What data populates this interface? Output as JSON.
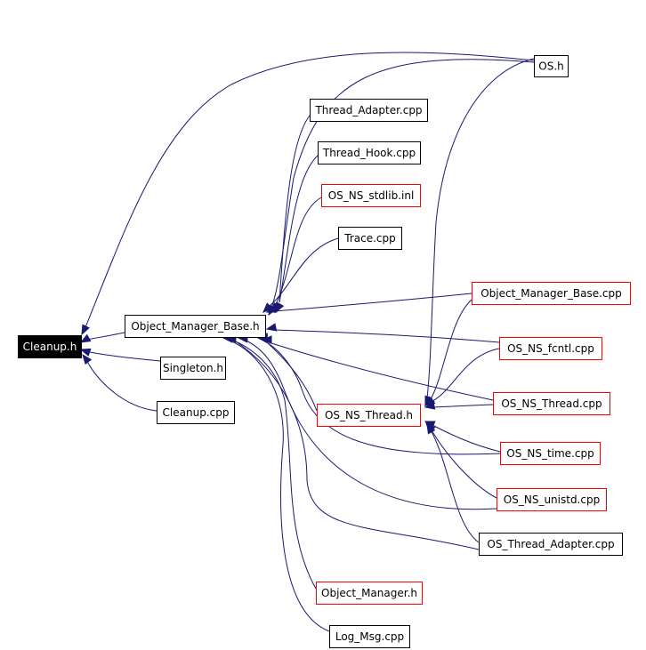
{
  "diagram": {
    "nodes": [
      {
        "id": "cleanup_h",
        "label": "Cleanup.h",
        "style": "root"
      },
      {
        "id": "object_manager_base_h",
        "label": "Object_Manager_Base.h",
        "style": "normal"
      },
      {
        "id": "singleton_h",
        "label": "Singleton.h",
        "style": "normal"
      },
      {
        "id": "cleanup_cpp",
        "label": "Cleanup.cpp",
        "style": "normal"
      },
      {
        "id": "os_h",
        "label": "OS.h",
        "style": "normal"
      },
      {
        "id": "thread_adapter_cpp",
        "label": "Thread_Adapter.cpp",
        "style": "normal"
      },
      {
        "id": "thread_hook_cpp",
        "label": "Thread_Hook.cpp",
        "style": "normal"
      },
      {
        "id": "os_ns_stdlib_inl",
        "label": "OS_NS_stdlib.inl",
        "style": "red"
      },
      {
        "id": "trace_cpp",
        "label": "Trace.cpp",
        "style": "normal"
      },
      {
        "id": "object_manager_base_cpp",
        "label": "Object_Manager_Base.cpp",
        "style": "red"
      },
      {
        "id": "os_ns_fcntl_cpp",
        "label": "OS_NS_fcntl.cpp",
        "style": "red"
      },
      {
        "id": "os_ns_thread_h",
        "label": "OS_NS_Thread.h",
        "style": "red"
      },
      {
        "id": "os_ns_thread_cpp",
        "label": "OS_NS_Thread.cpp",
        "style": "red"
      },
      {
        "id": "os_ns_time_cpp",
        "label": "OS_NS_time.cpp",
        "style": "red"
      },
      {
        "id": "os_ns_unistd_cpp",
        "label": "OS_NS_unistd.cpp",
        "style": "red"
      },
      {
        "id": "os_thread_adapter_cpp",
        "label": "OS_Thread_Adapter.cpp",
        "style": "normal"
      },
      {
        "id": "object_manager_h",
        "label": "Object_Manager.h",
        "style": "red"
      },
      {
        "id": "log_msg_cpp",
        "label": "Log_Msg.cpp",
        "style": "normal"
      }
    ],
    "edges": [
      {
        "from": "object_manager_base_h",
        "to": "cleanup_h"
      },
      {
        "from": "singleton_h",
        "to": "cleanup_h"
      },
      {
        "from": "cleanup_cpp",
        "to": "cleanup_h"
      },
      {
        "from": "os_h",
        "to": "cleanup_h"
      },
      {
        "from": "os_h",
        "to": "object_manager_base_h"
      },
      {
        "from": "thread_adapter_cpp",
        "to": "object_manager_base_h"
      },
      {
        "from": "thread_hook_cpp",
        "to": "object_manager_base_h"
      },
      {
        "from": "os_ns_stdlib_inl",
        "to": "object_manager_base_h"
      },
      {
        "from": "trace_cpp",
        "to": "object_manager_base_h"
      },
      {
        "from": "object_manager_base_cpp",
        "to": "object_manager_base_h"
      },
      {
        "from": "os_ns_fcntl_cpp",
        "to": "object_manager_base_h"
      },
      {
        "from": "os_ns_thread_h",
        "to": "object_manager_base_h"
      },
      {
        "from": "os_ns_thread_cpp",
        "to": "object_manager_base_h"
      },
      {
        "from": "os_ns_time_cpp",
        "to": "object_manager_base_h"
      },
      {
        "from": "os_ns_unistd_cpp",
        "to": "object_manager_base_h"
      },
      {
        "from": "os_thread_adapter_cpp",
        "to": "object_manager_base_h"
      },
      {
        "from": "object_manager_h",
        "to": "object_manager_base_h"
      },
      {
        "from": "log_msg_cpp",
        "to": "object_manager_base_h"
      },
      {
        "from": "os_h",
        "to": "os_ns_thread_h"
      },
      {
        "from": "object_manager_base_cpp",
        "to": "os_ns_thread_h"
      },
      {
        "from": "os_ns_fcntl_cpp",
        "to": "os_ns_thread_h"
      },
      {
        "from": "os_ns_thread_cpp",
        "to": "os_ns_thread_h"
      },
      {
        "from": "os_ns_time_cpp",
        "to": "os_ns_thread_h"
      },
      {
        "from": "os_ns_unistd_cpp",
        "to": "os_ns_thread_h"
      },
      {
        "from": "os_thread_adapter_cpp",
        "to": "os_ns_thread_h"
      }
    ],
    "colors": {
      "edge": "#191970",
      "root_fill": "#000000",
      "root_text": "#ffffff",
      "normal_border": "#000000",
      "red_border": "#ff0000",
      "node_fill": "#ffffff",
      "node_text": "#000000"
    }
  }
}
